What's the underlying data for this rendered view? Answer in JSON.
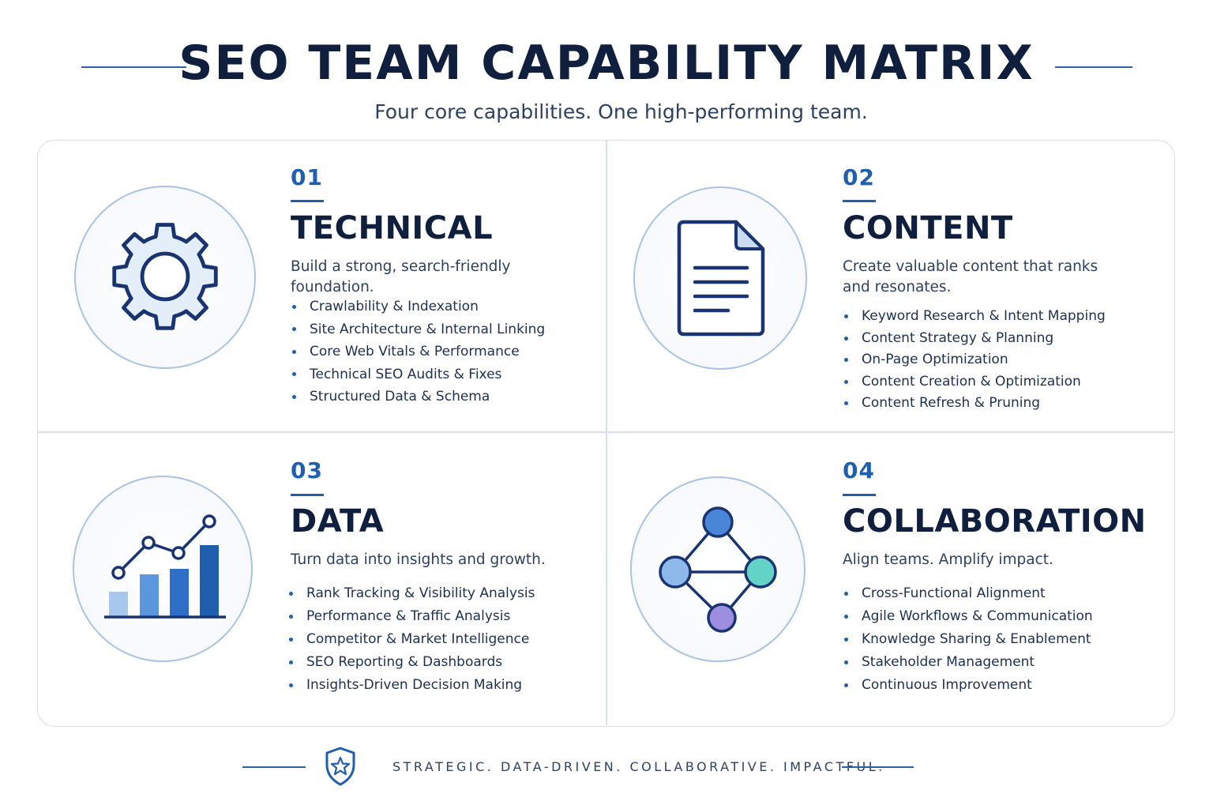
{
  "header": {
    "title": "SEO TEAM CAPABILITY MATRIX",
    "subtitle": "Four core capabilities. One high-performing team."
  },
  "capabilities": [
    {
      "number": "01",
      "title": "TECHNICAL",
      "description": "Build a strong, search-friendly foundation.",
      "icon": "gear-icon",
      "items": [
        "Crawlability & Indexation",
        "Site Architecture & Internal Linking",
        "Core Web Vitals & Performance",
        "Technical SEO Audits & Fixes",
        "Structured Data & Schema"
      ]
    },
    {
      "number": "02",
      "title": "CONTENT",
      "description": "Create valuable content that ranks and resonates.",
      "icon": "document-icon",
      "items": [
        "Keyword Research & Intent Mapping",
        "Content Strategy & Planning",
        "On-Page Optimization",
        "Content Creation & Optimization",
        "Content Refresh & Pruning"
      ]
    },
    {
      "number": "03",
      "title": "DATA",
      "description": "Turn data into insights and growth.",
      "icon": "bar-chart-icon",
      "items": [
        "Rank Tracking & Visibility Analysis",
        "Performance & Traffic Analysis",
        "Competitor & Market Intelligence",
        "SEO Reporting & Dashboards",
        "Insights-Driven Decision Making"
      ]
    },
    {
      "number": "04",
      "title": "COLLABORATION",
      "description": "Align teams. Amplify impact.",
      "icon": "network-icon",
      "items": [
        "Cross-Functional Alignment",
        "Agile Workflows & Communication",
        "Knowledge Sharing & Enablement",
        "Stakeholder Management",
        "Continuous Improvement"
      ]
    }
  ],
  "footer": {
    "tagline": "STRATEGIC. DATA-DRIVEN. COLLABORATIVE. IMPACTFUL.",
    "icon": "shield-star-icon"
  },
  "colors": {
    "accent": "#1f5fae",
    "heading": "#0f1f3d",
    "border": "#d7dee8"
  }
}
